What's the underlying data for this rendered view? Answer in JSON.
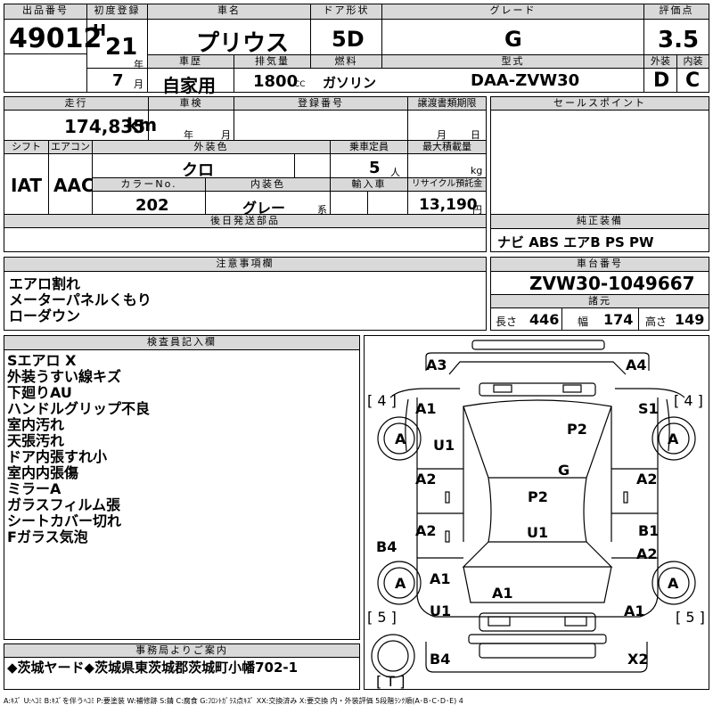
{
  "header": {
    "lot_label": "出品番号",
    "lot_no": "49012",
    "first_reg_label": "初度登録",
    "era": "H",
    "year_num": "21",
    "year_unit": "年",
    "month_num": "7",
    "month_unit": "月",
    "car_name_label": "車名",
    "car_name": "プリウス",
    "door_label": "ドア形状",
    "door": "5D",
    "grade_label": "グレード",
    "grade": "G",
    "score_label": "評価点",
    "score": "3.5",
    "history_label": "車歴",
    "history": "自家用",
    "displacement_label": "排気量",
    "displacement": "1800",
    "displacement_unit": "CC",
    "fuel_label": "燃料",
    "fuel": "ガソリン",
    "model_label": "型式",
    "model": "DAA-ZVW30",
    "exterior_label": "外装",
    "exterior": "D",
    "interior_label": "内装",
    "interior": "C"
  },
  "row2": {
    "mileage_label": "走行",
    "mileage": "174,835",
    "mileage_unit": "km",
    "inspection_label": "車検",
    "insp_year_unit": "年",
    "insp_month_unit": "月",
    "reg_no_label": "登録番号",
    "transfer_label": "譲渡書類期限",
    "transfer_month_unit": "月",
    "transfer_day_unit": "日",
    "sales_label": "セールスポイント",
    "shift_label": "シフト",
    "shift": "IAT",
    "aircon_label": "エアコン",
    "aircon": "AAC",
    "ext_color_label": "外装色",
    "ext_color": "クロ",
    "capacity_label": "乗車定員",
    "capacity": "5",
    "capacity_unit": "人",
    "max_load_label": "最大積載量",
    "max_load_unit": "kg",
    "color_no_label": "カラーNo.",
    "color_no": "202",
    "int_color_label": "内装色",
    "int_color": "グレー",
    "int_color_suffix": "系",
    "import_label": "輸入車",
    "recycle_label": "リサイクル預託金",
    "recycle": "13,190",
    "recycle_unit": "円",
    "later_parts_label": "後日発送部品",
    "equipment_label": "純正装備",
    "equipment": "ナビ ABS エアB PS PW"
  },
  "notes": {
    "caution_label": "注意事項欄",
    "caution_lines": [
      "エアロ割れ",
      "メーターパネルくもり",
      "ローダウン"
    ],
    "chassis_label": "車台番号",
    "chassis": "ZVW30-1049667",
    "spec_label": "諸元",
    "length_label": "長さ",
    "length": "446",
    "width_label": "幅",
    "width": "174",
    "height_label": "高さ",
    "height": "149"
  },
  "inspector": {
    "label": "検査員記入欄",
    "lines": [
      "Sエアロ X",
      "外装うすい線キズ",
      "下廻りAU",
      "ハンドルグリップ不良",
      "室内汚れ",
      "天張汚れ",
      "ドア内張すれ小",
      "室内内張傷",
      "ミラーA",
      "ガラスフィルム張",
      "シートカバー切れ",
      "Fガラス気泡"
    ]
  },
  "office": {
    "label": "事務局よりご案内",
    "text": "◆茨城ヤード◆茨城県東茨城郡茨城町小幡702-1"
  },
  "diagram": {
    "marks": {
      "a3": "A3",
      "a4": "A4",
      "l4": "[ 4 ]",
      "r4": "[ 4 ]",
      "a1_tl": "A1",
      "s1": "S1",
      "wheel_a1": "A",
      "wheel_a2": "A",
      "wheel_a3": "A",
      "wheel_a4": "A",
      "u1_l": "U1",
      "p2_top": "P2",
      "g": "G",
      "a2_l": "A2",
      "a2_r": "A2",
      "p2_mid": "P2",
      "a2_l2": "A2",
      "b1": "B1",
      "u1_mid": "U1",
      "b4_l": "B4",
      "a2_r2": "A2",
      "a1_l2": "A1",
      "a1_mid": "A1",
      "l5": "[ 5 ]",
      "r5": "[ 5 ]",
      "u1_bl": "U1",
      "a1_br": "A1",
      "b4_b": "B4",
      "x2": "X2",
      "t": "[ T ]"
    }
  },
  "legend": "A:ｷｽﾞ U:ﾍｺﾐ B:ｷｽﾞを伴うﾍｺﾐ P:要塗装 W:補修跡 S:錆 C:腐食 G:ﾌﾛﾝﾄｶﾞﾗｽ点ｷｽﾞ XX:交換済み X:要交換 内・外装評価 5段階ﾗﾝｸ順(A･B･C･D･E) 4"
}
